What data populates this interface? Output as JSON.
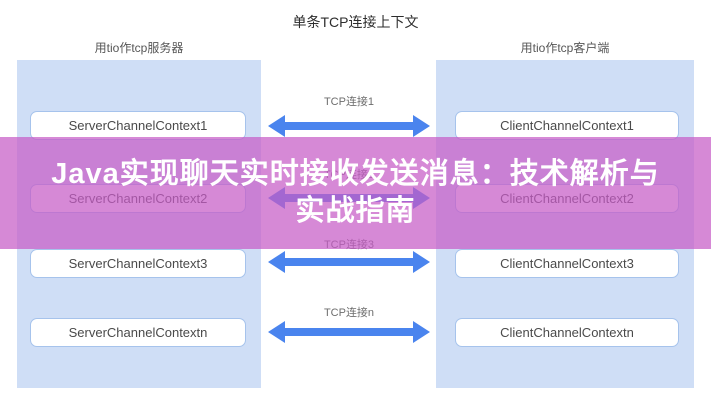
{
  "title": "单条TCP连接上下文",
  "server_section": {
    "header": "用tio作tcp服务器"
  },
  "client_section": {
    "header": "用tio作tcp客户端"
  },
  "rows": [
    {
      "server": "ServerChannelContext1",
      "client": "ClientChannelContext1",
      "link": "TCP连接1"
    },
    {
      "server": "ServerChannelContext2",
      "client": "ClientChannelContext2",
      "link": "TCP连接2"
    },
    {
      "server": "ServerChannelContext3",
      "client": "ClientChannelContext3",
      "link": "TCP连接3"
    },
    {
      "server": "ServerChannelContextn",
      "client": "ClientChannelContextn",
      "link": "TCP连接n"
    }
  ],
  "banner": {
    "line1": "Java实现聊天实时接收发送消息：技术解析与",
    "line2": "实战指南"
  },
  "colors": {
    "panel_blue": "#cfdef6",
    "node_border_blue": "#a6c3ec",
    "arrow_blue": "#4a84ee",
    "banner_purple": "rgba(198,92,198,0.72)",
    "banner_text": "#ffffff"
  }
}
